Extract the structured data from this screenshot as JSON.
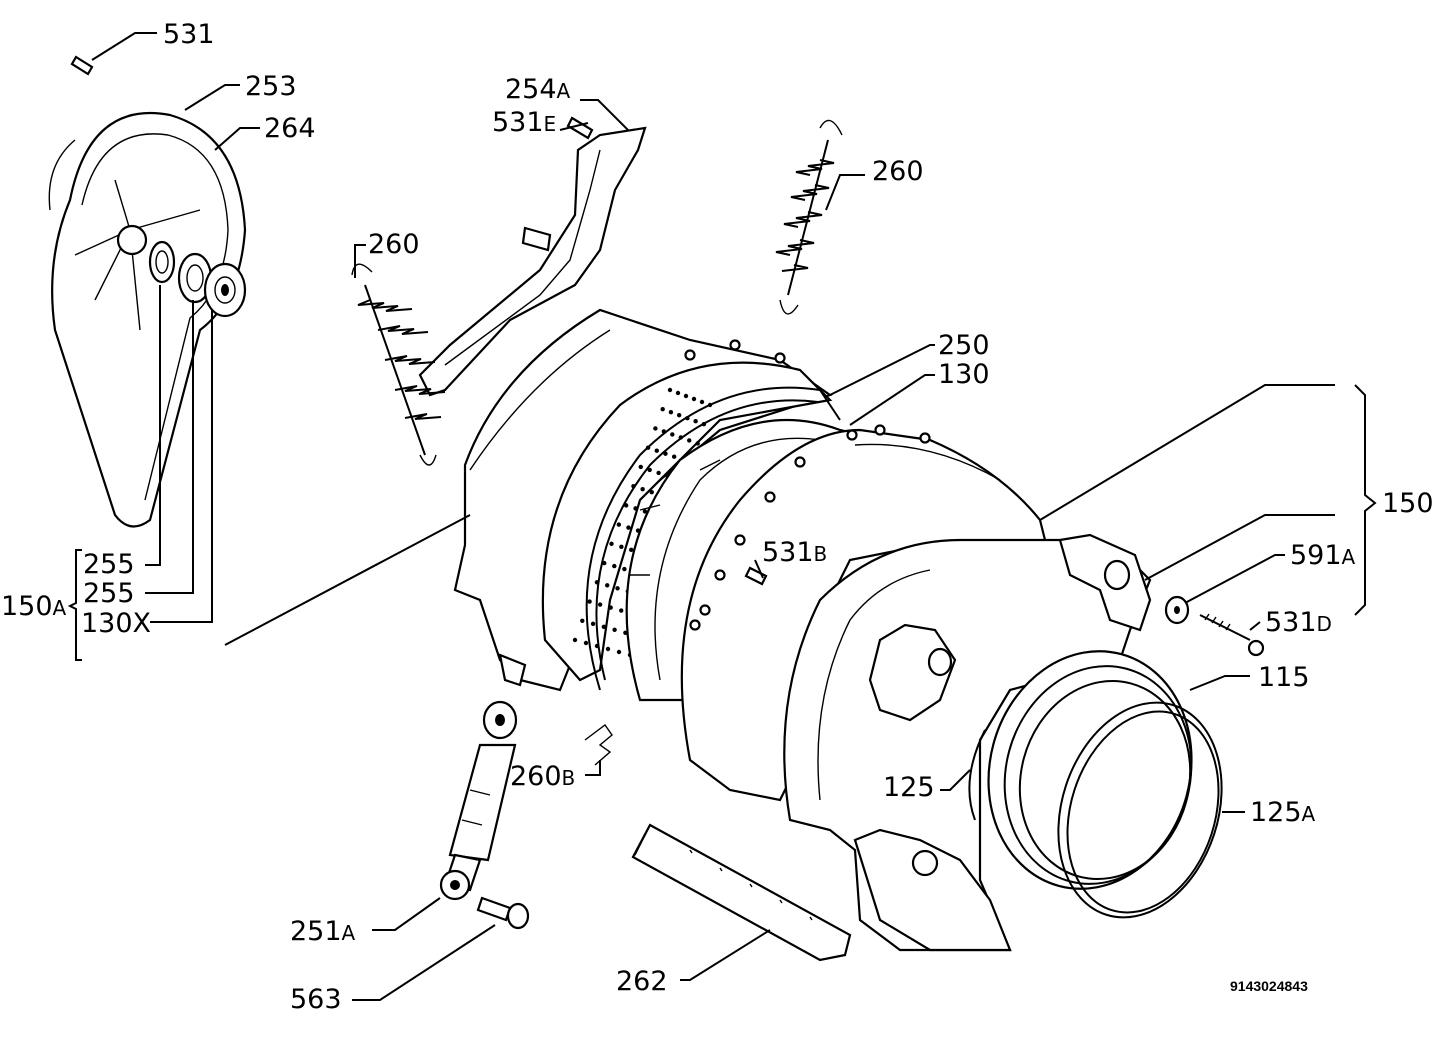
{
  "labels": {
    "l531": "531",
    "l253": "253",
    "l264": "264",
    "l254": "254",
    "l254s": "A",
    "l531e": "531",
    "l531es": "E",
    "l260a": "260",
    "l260b": "260",
    "l250": "250",
    "l130": "130",
    "l150": "150",
    "l591": "591",
    "l591s": "A",
    "l531b": "531",
    "l531bs": "B",
    "l531d": "531",
    "l531ds": "D",
    "l115": "115",
    "l125": "125",
    "l125a": "125",
    "l125as": "A",
    "l255a": "255",
    "l255b": "255",
    "l130x": "130X",
    "l150a": "150",
    "l150as": "A",
    "l260bb": "260",
    "l260bbs": "B",
    "l251": "251",
    "l251s": "A",
    "l563": "563",
    "l262": "262"
  },
  "diagram_code": "9143024843"
}
